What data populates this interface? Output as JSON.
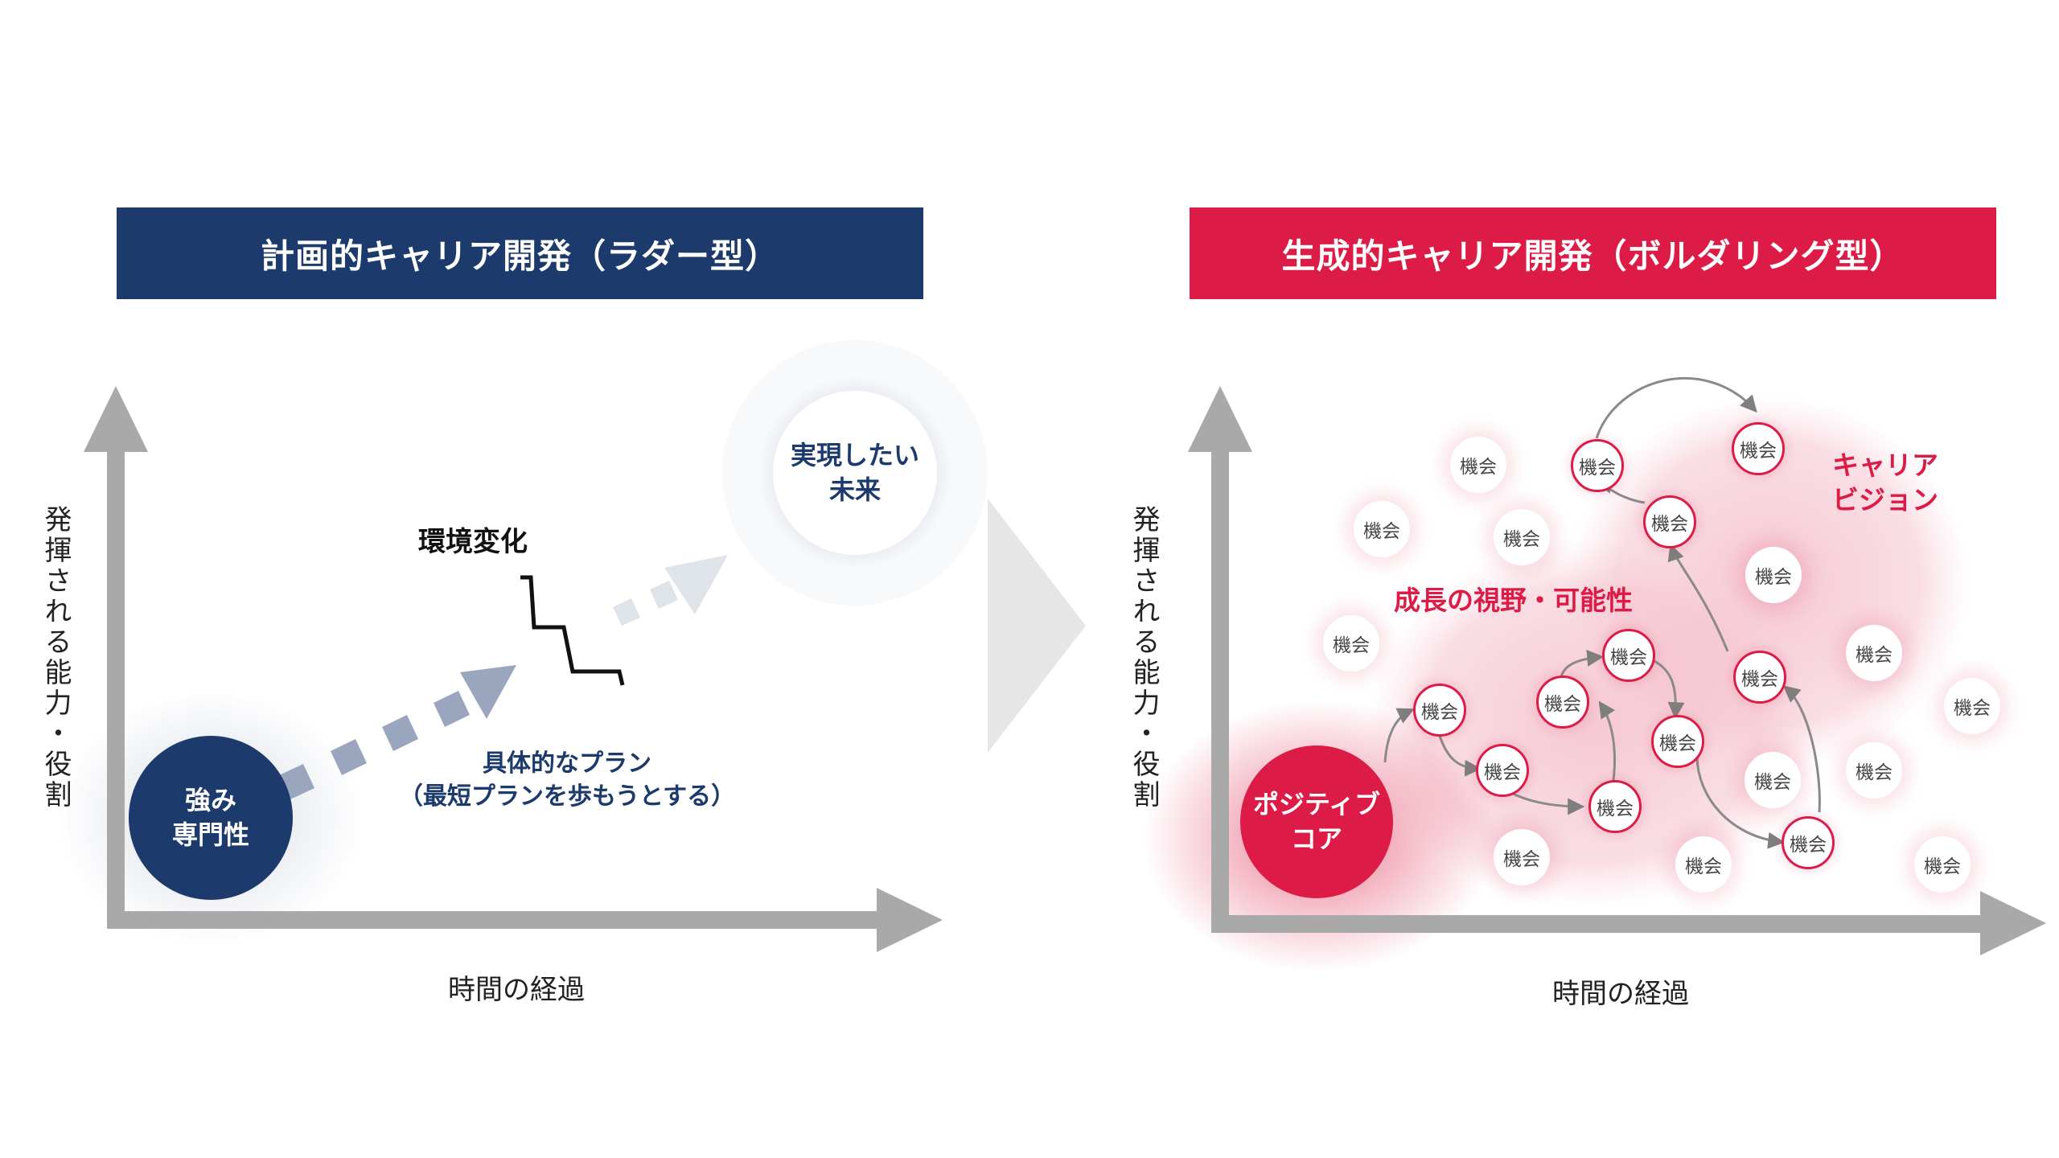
{
  "left_panel": {
    "title": "計画的キャリア開発（ラダー型）",
    "y_axis_label": "発揮される能力・役割",
    "x_axis_label": "時間の経過",
    "start_circle": "強み\n専門性",
    "goal_circle": "実現したい\n未来",
    "environment_change": "環境変化",
    "plan_label": "具体的なプラン\n（最短プランを歩もうとする）"
  },
  "right_panel": {
    "title": "生成的キャリア開発（ボルダリング型）",
    "y_axis_label": "発揮される能力・役割",
    "x_axis_label": "時間の経過",
    "start_circle": "ポジティブ\nコア",
    "vision_label": "キャリア\nビジョン",
    "growth_label": "成長の視野・可能性",
    "opportunity_label": "機会"
  },
  "colors": {
    "navy": "#1c3a6b",
    "crimson": "#dc1c46",
    "axis_gray": "#a9a9a9"
  }
}
